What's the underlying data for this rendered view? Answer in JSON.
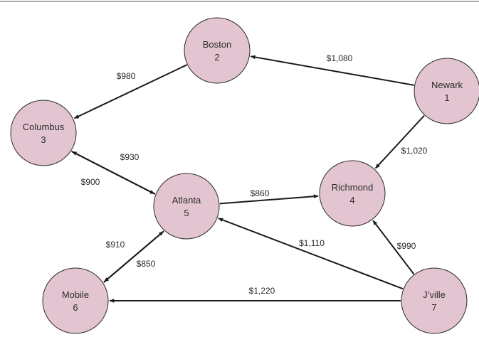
{
  "nodes": [
    {
      "id": 1,
      "name": "Newark",
      "number": "1"
    },
    {
      "id": 2,
      "name": "Boston",
      "number": "2"
    },
    {
      "id": 3,
      "name": "Columbus",
      "number": "3"
    },
    {
      "id": 4,
      "name": "Richmond",
      "number": "4"
    },
    {
      "id": 5,
      "name": "Atlanta",
      "number": "5"
    },
    {
      "id": 6,
      "name": "Mobile",
      "number": "6"
    },
    {
      "id": 7,
      "name": "J’ville",
      "number": "7"
    }
  ],
  "edges": [
    {
      "from": 1,
      "to": 2,
      "label": "$1,080"
    },
    {
      "from": 2,
      "to": 3,
      "label": "$980"
    },
    {
      "from": 1,
      "to": 4,
      "label": "$1,020"
    },
    {
      "from": 5,
      "to": 3,
      "label": "$930"
    },
    {
      "from": 3,
      "to": 5,
      "label": "$900"
    },
    {
      "from": 5,
      "to": 4,
      "label": "$860"
    },
    {
      "from": 5,
      "to": 6,
      "label": "$910"
    },
    {
      "from": 6,
      "to": 5,
      "label": "$850"
    },
    {
      "from": 7,
      "to": 5,
      "label": "$1,110"
    },
    {
      "from": 7,
      "to": 4,
      "label": "$990"
    },
    {
      "from": 7,
      "to": 6,
      "label": "$1,220"
    }
  ],
  "colors": {
    "node_fill": "#e3c5d2",
    "stroke": "#1a1a1a"
  }
}
